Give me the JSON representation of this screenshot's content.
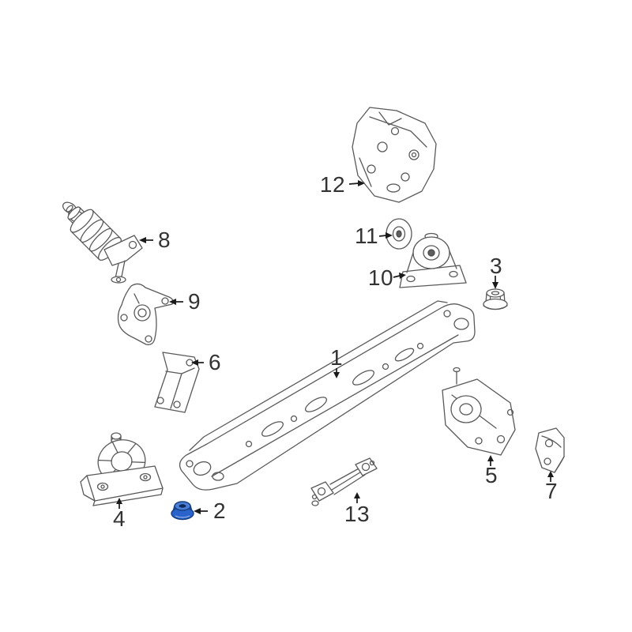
{
  "diagram": {
    "background_color": "#ffffff",
    "line_color": "#595959",
    "label_color": "#333333",
    "highlight_color": "#2a63cc",
    "highlighted_part_label": "2",
    "callouts": [
      {
        "label": "1"
      },
      {
        "label": "2"
      },
      {
        "label": "3"
      },
      {
        "label": "4"
      },
      {
        "label": "5"
      },
      {
        "label": "6"
      },
      {
        "label": "7"
      },
      {
        "label": "8"
      },
      {
        "label": "9"
      },
      {
        "label": "10"
      },
      {
        "label": "11"
      },
      {
        "label": "12"
      },
      {
        "label": "13"
      }
    ]
  }
}
